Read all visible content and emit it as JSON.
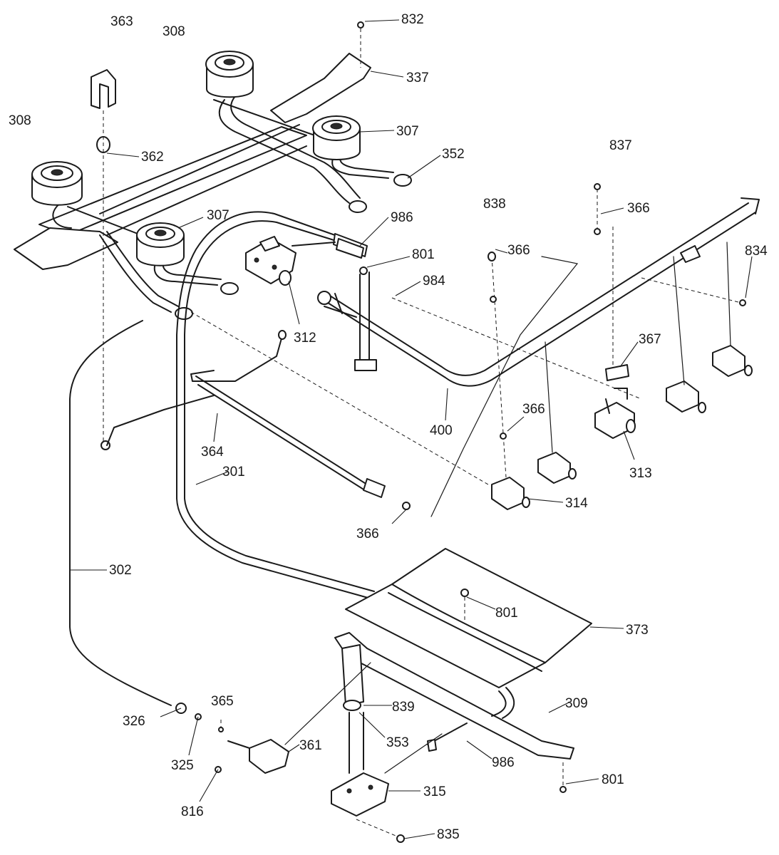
{
  "labels": {
    "p832": "832",
    "p337": "337",
    "p363": "363",
    "p308a": "308",
    "p308b": "308",
    "p307a": "307",
    "p307b": "307",
    "p362": "362",
    "p352": "352",
    "p837": "837",
    "p366a": "366",
    "p838": "838",
    "p366b": "366",
    "p834": "834",
    "p986a": "986",
    "p801a": "801",
    "p984": "984",
    "p312": "312",
    "p367": "367",
    "p400": "400",
    "p366c": "366",
    "p313": "313",
    "p364": "364",
    "p301": "301",
    "p314": "314",
    "p366d": "366",
    "p302": "302",
    "p801b": "801",
    "p373": "373",
    "p309": "309",
    "p839": "839",
    "p326": "326",
    "p365": "365",
    "p361": "361",
    "p353": "353",
    "p325": "325",
    "p986b": "986",
    "p315": "315",
    "p801c": "801",
    "p816": "816",
    "p835": "835"
  }
}
